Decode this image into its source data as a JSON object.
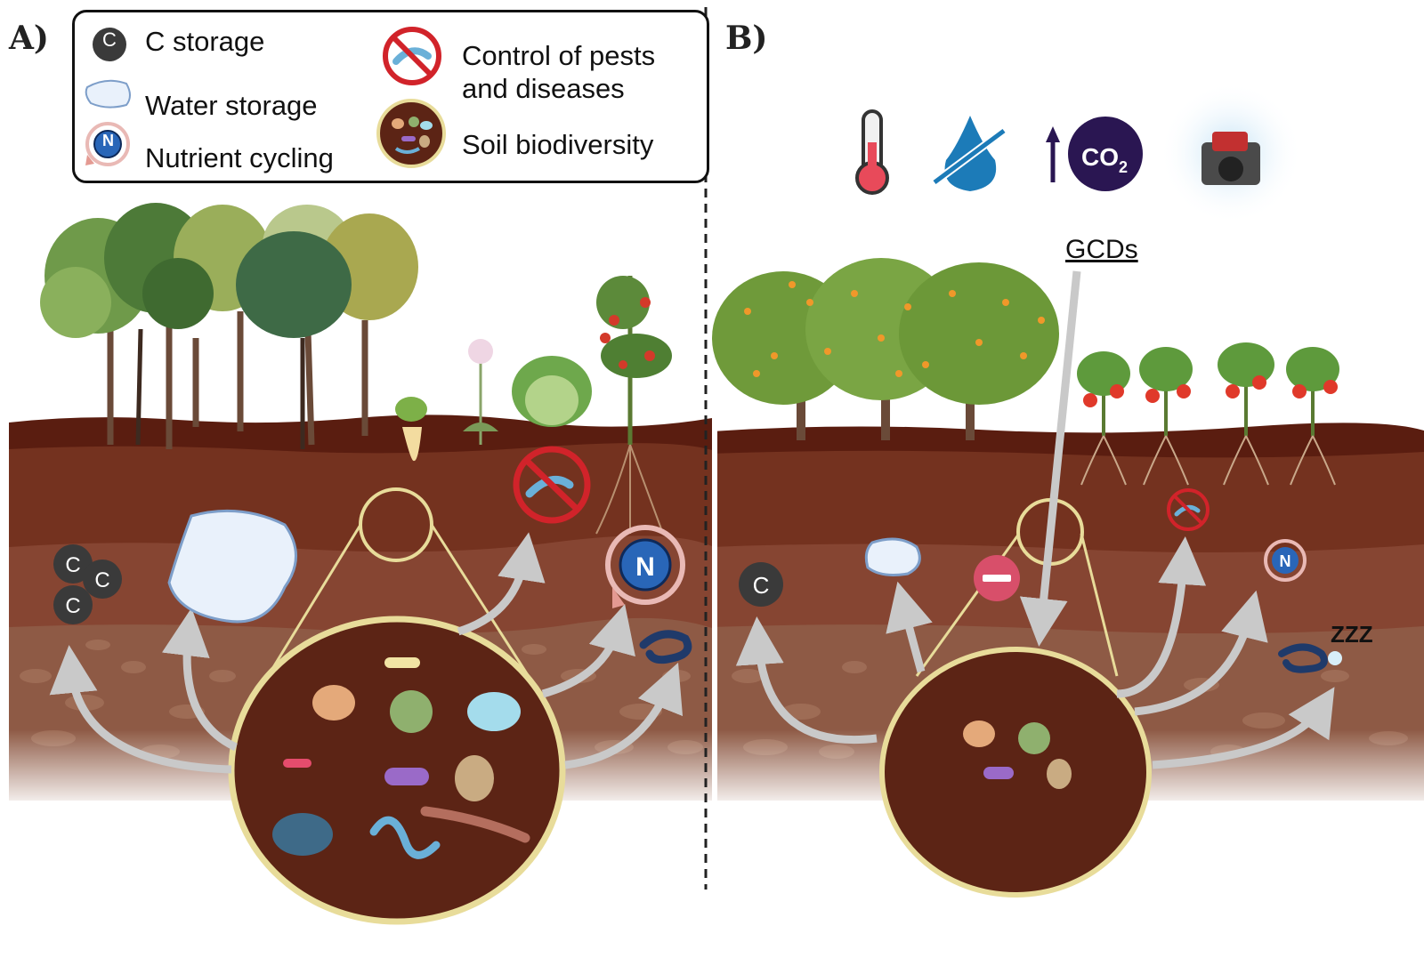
{
  "panels": {
    "a_label": "A)",
    "b_label": "B)"
  },
  "legend": {
    "c_storage": "C storage",
    "water_storage": "Water storage",
    "nutrient_cycling": "Nutrient cycling",
    "pest_control_line1": "Control of pests",
    "pest_control_line2": "and diseases",
    "soil_biodiversity": "Soil biodiversity"
  },
  "icons": {
    "carbon_letter": "C",
    "nitrogen_letter": "N",
    "co2_main": "CO",
    "co2_sub": "2",
    "sleep": "ZZZ"
  },
  "gcds_label": "GCDs",
  "colors": {
    "soil_top": "#5a1d10",
    "soil_mid": "#7a3a25",
    "soil_low": "#8a4a34",
    "circle_border": "#e8dc9a",
    "circle_fill": "#5c2415",
    "arrow": "#c8c8c8",
    "carbon": "#3a3a3a",
    "nitrogen": "#2966b8",
    "pest_ring": "#d1232a",
    "minus": "#d84f6a",
    "co2": "#2a1652"
  }
}
